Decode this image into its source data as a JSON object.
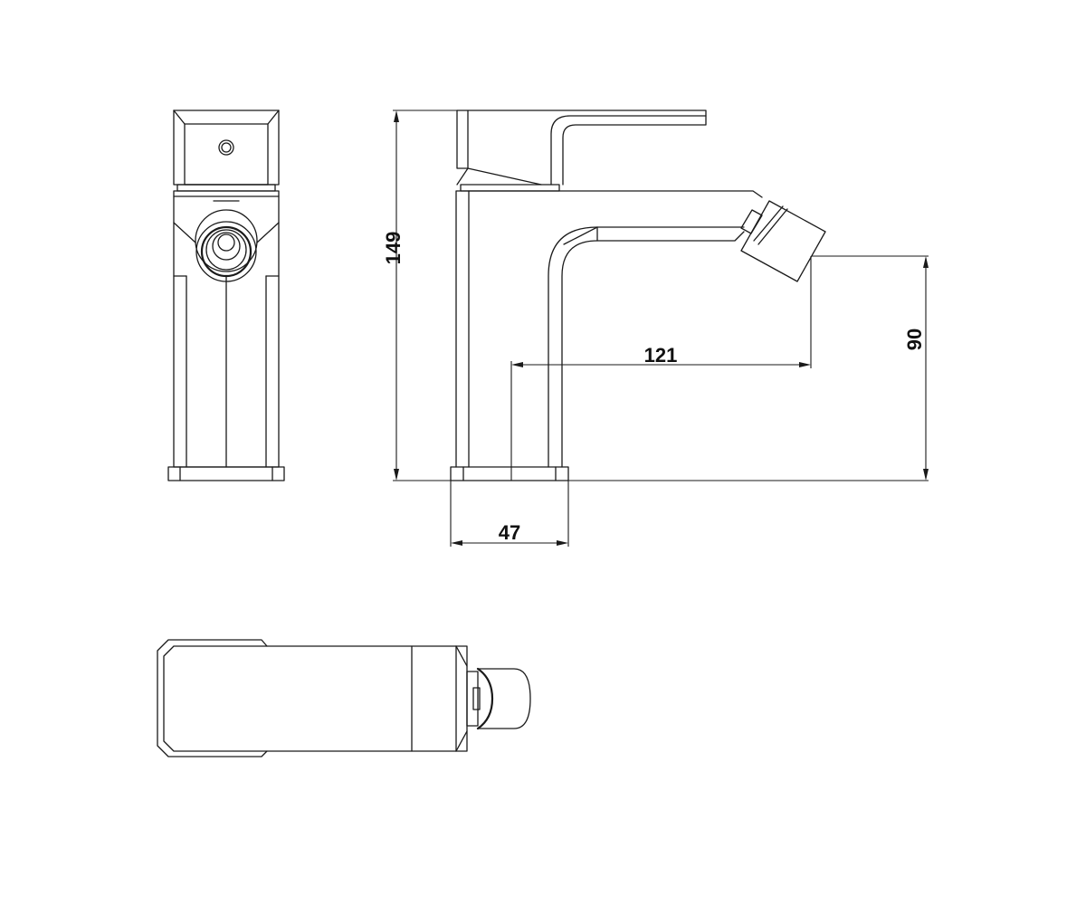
{
  "dimensions": {
    "height_total": "149",
    "spout_height": "90",
    "spout_reach": "121",
    "base_width": "47"
  },
  "colors": {
    "line": "#1a1a1a",
    "background": "#ffffff"
  }
}
